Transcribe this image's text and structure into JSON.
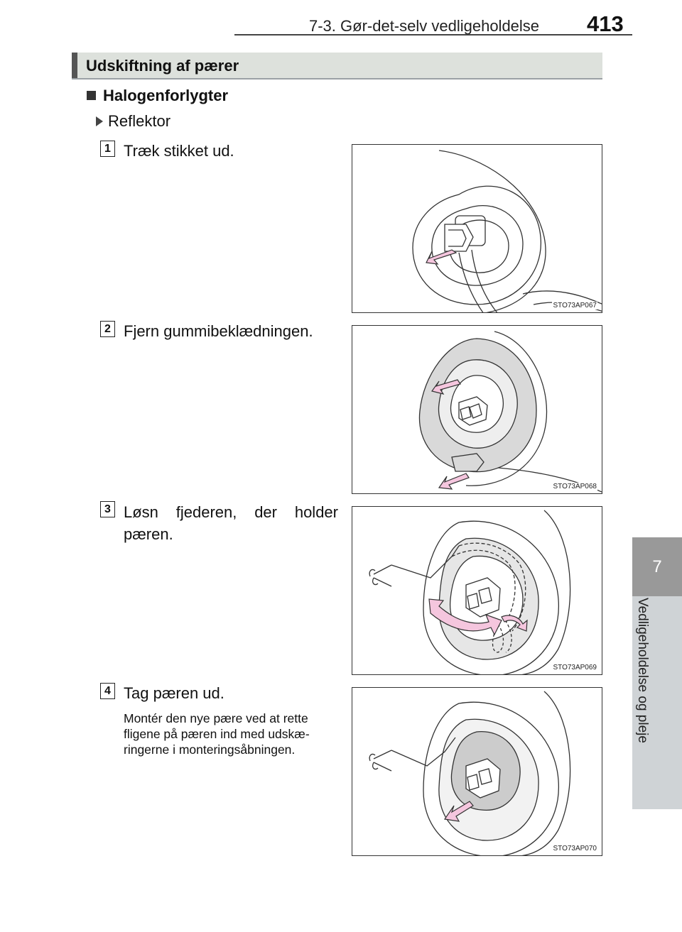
{
  "header": {
    "section": "7-3. Gør-det-selv vedligeholdelse",
    "page_number": "413"
  },
  "side_tab": {
    "number": "7",
    "label": "Vedligeholdelse og pleje"
  },
  "section": {
    "title": "Udskiftning af pærer"
  },
  "subheading": "Halogenforlygter",
  "subsubheading": "Reflektor",
  "steps": [
    {
      "num": "1",
      "text": "Træk stikket ud.",
      "figure_code": "STO73AP067"
    },
    {
      "num": "2",
      "text": "Fjern gummibeklædningen.",
      "figure_code": "STO73AP068"
    },
    {
      "num": "3",
      "text": "Løsn fjederen, der holder pæren.",
      "figure_code": "STO73AP069"
    },
    {
      "num": "4",
      "text": "Tag pæren ud.",
      "note": "Montér den nye pære ved at rette fligene på pæren ind med udskæ-ringerne i monteringsåbningen.",
      "figure_code": "STO73AP070"
    }
  ],
  "colors": {
    "arrow_fill": "#f5c6de",
    "side_tab": "#999999",
    "section_bar": "#dde1dc"
  }
}
